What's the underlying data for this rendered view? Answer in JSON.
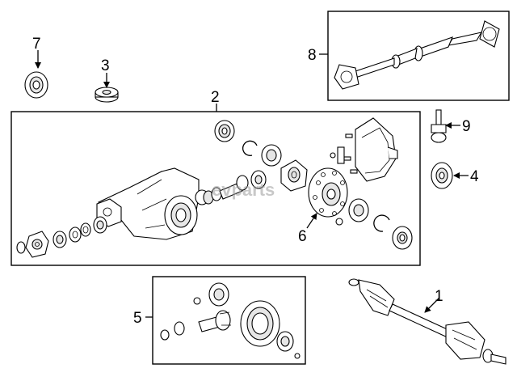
{
  "watermark": "evparts",
  "callouts": {
    "c1": "1",
    "c2": "2",
    "c3": "3",
    "c4": "4",
    "c5": "5",
    "c6": "6",
    "c7": "7",
    "c8": "8",
    "c9": "9"
  }
}
